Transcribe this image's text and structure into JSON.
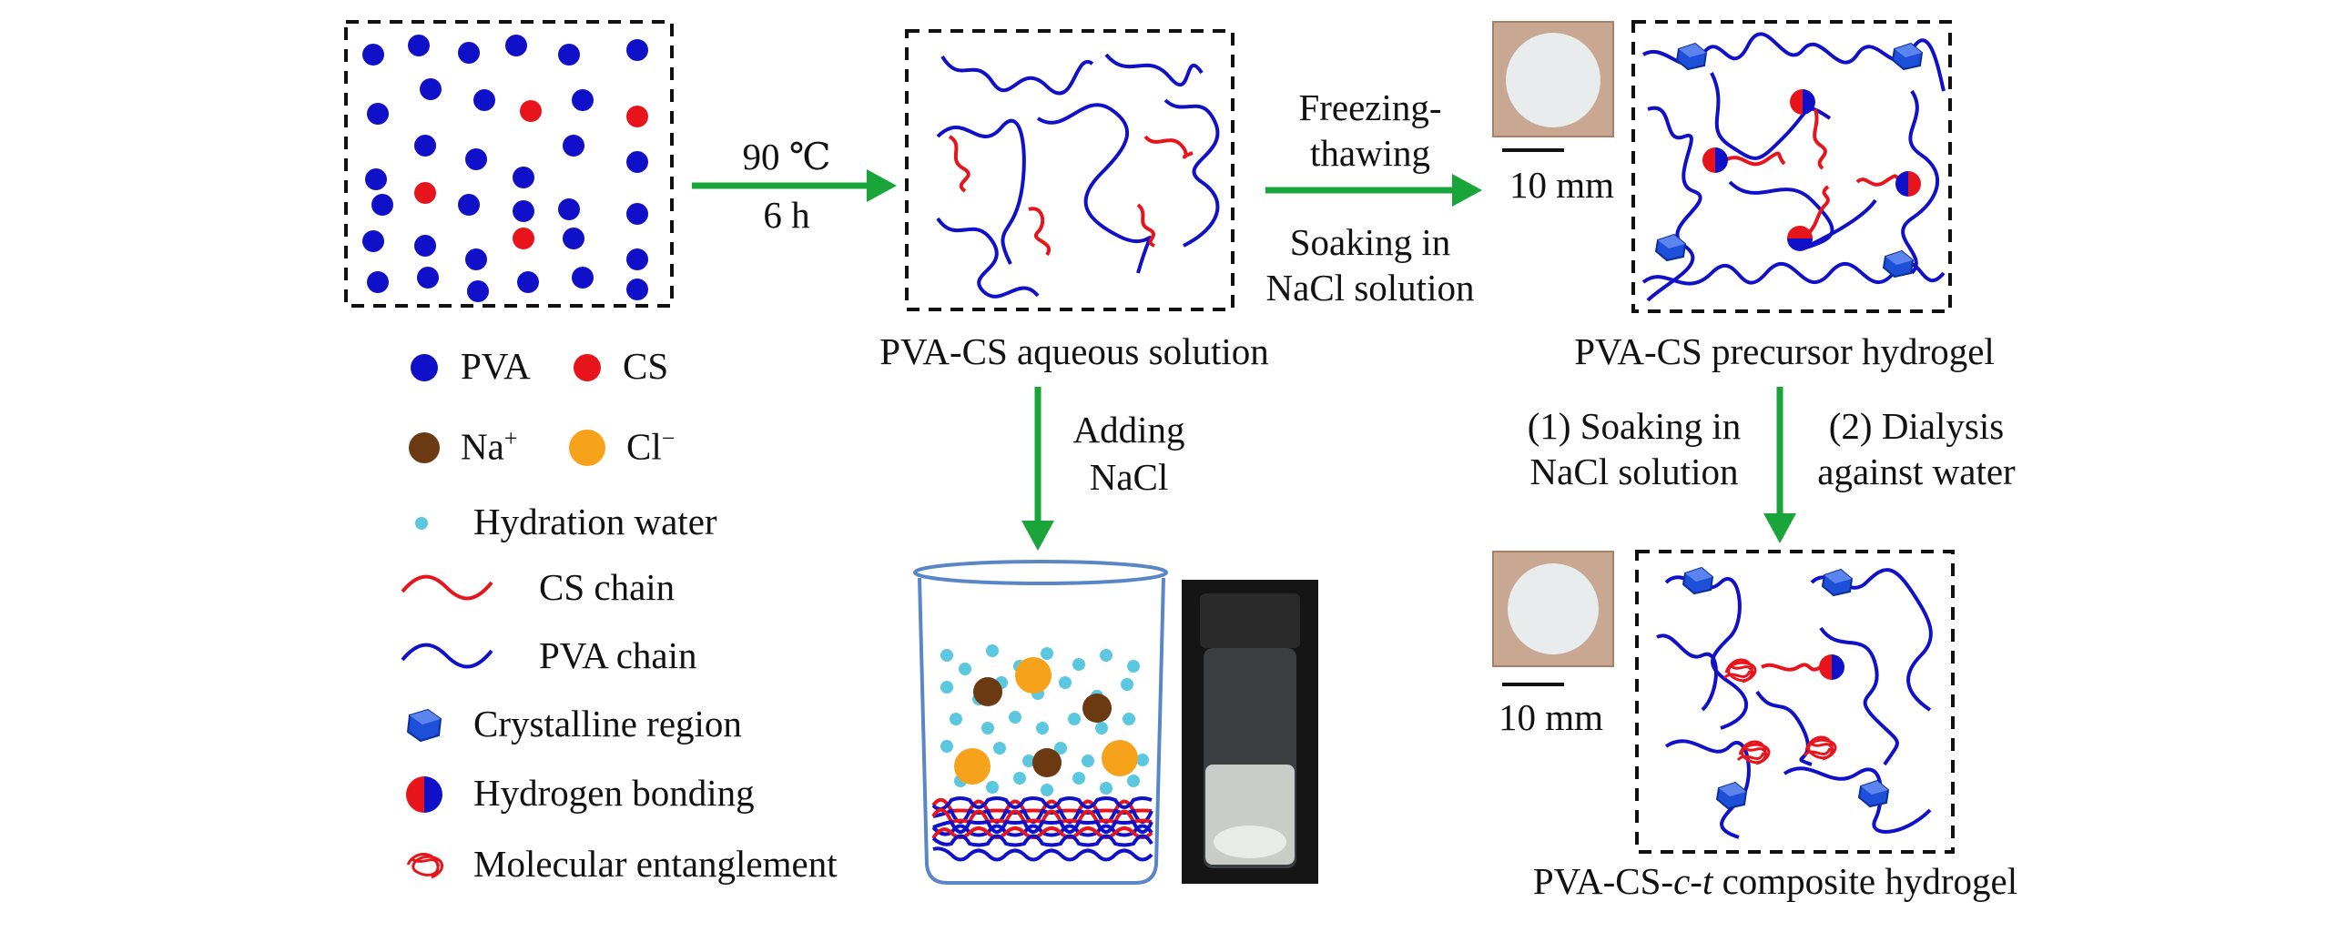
{
  "steps": {
    "heat": {
      "temp": "90 ℃",
      "time": "6 h"
    },
    "freeze": {
      "line1": "Freezing-",
      "line2": "thawing",
      "line3": "Soaking in",
      "line4": "NaCl solution"
    },
    "add_nacl": {
      "line1": "Adding",
      "line2": "NaCl"
    },
    "soak": {
      "line1": "(1) Soaking in",
      "line2": "NaCl solution"
    },
    "dialysis": {
      "line1": "(2) Dialysis",
      "line2": "against water"
    }
  },
  "captions": {
    "solution": "PVA-CS aqueous solution",
    "precursor": "PVA-CS precursor hydrogel",
    "composite_pre": "PVA-CS-",
    "composite_c": "c",
    "composite_dash": "-",
    "composite_t": "t",
    "composite_post": " composite hydrogel"
  },
  "scale_bar": {
    "top": "10 mm",
    "bottom": "10 mm"
  },
  "legend": {
    "pva": "PVA",
    "cs": "CS",
    "na": "Na",
    "na_sup": "+",
    "cl": "Cl",
    "cl_sup": "−",
    "water": "Hydration water",
    "cs_chain": "CS chain",
    "pva_chain": "PVA chain",
    "crystal": "Crystalline region",
    "hbond": "Hydrogen bonding",
    "entangle": "Molecular entanglement"
  },
  "colors": {
    "pva": "#1010c8",
    "cs": "#e8141c",
    "na": "#6b3a12",
    "cl": "#f7a21b",
    "water": "#5bc8e0",
    "arrow": "#1aa53a",
    "crystal": "#1e4fd8"
  }
}
